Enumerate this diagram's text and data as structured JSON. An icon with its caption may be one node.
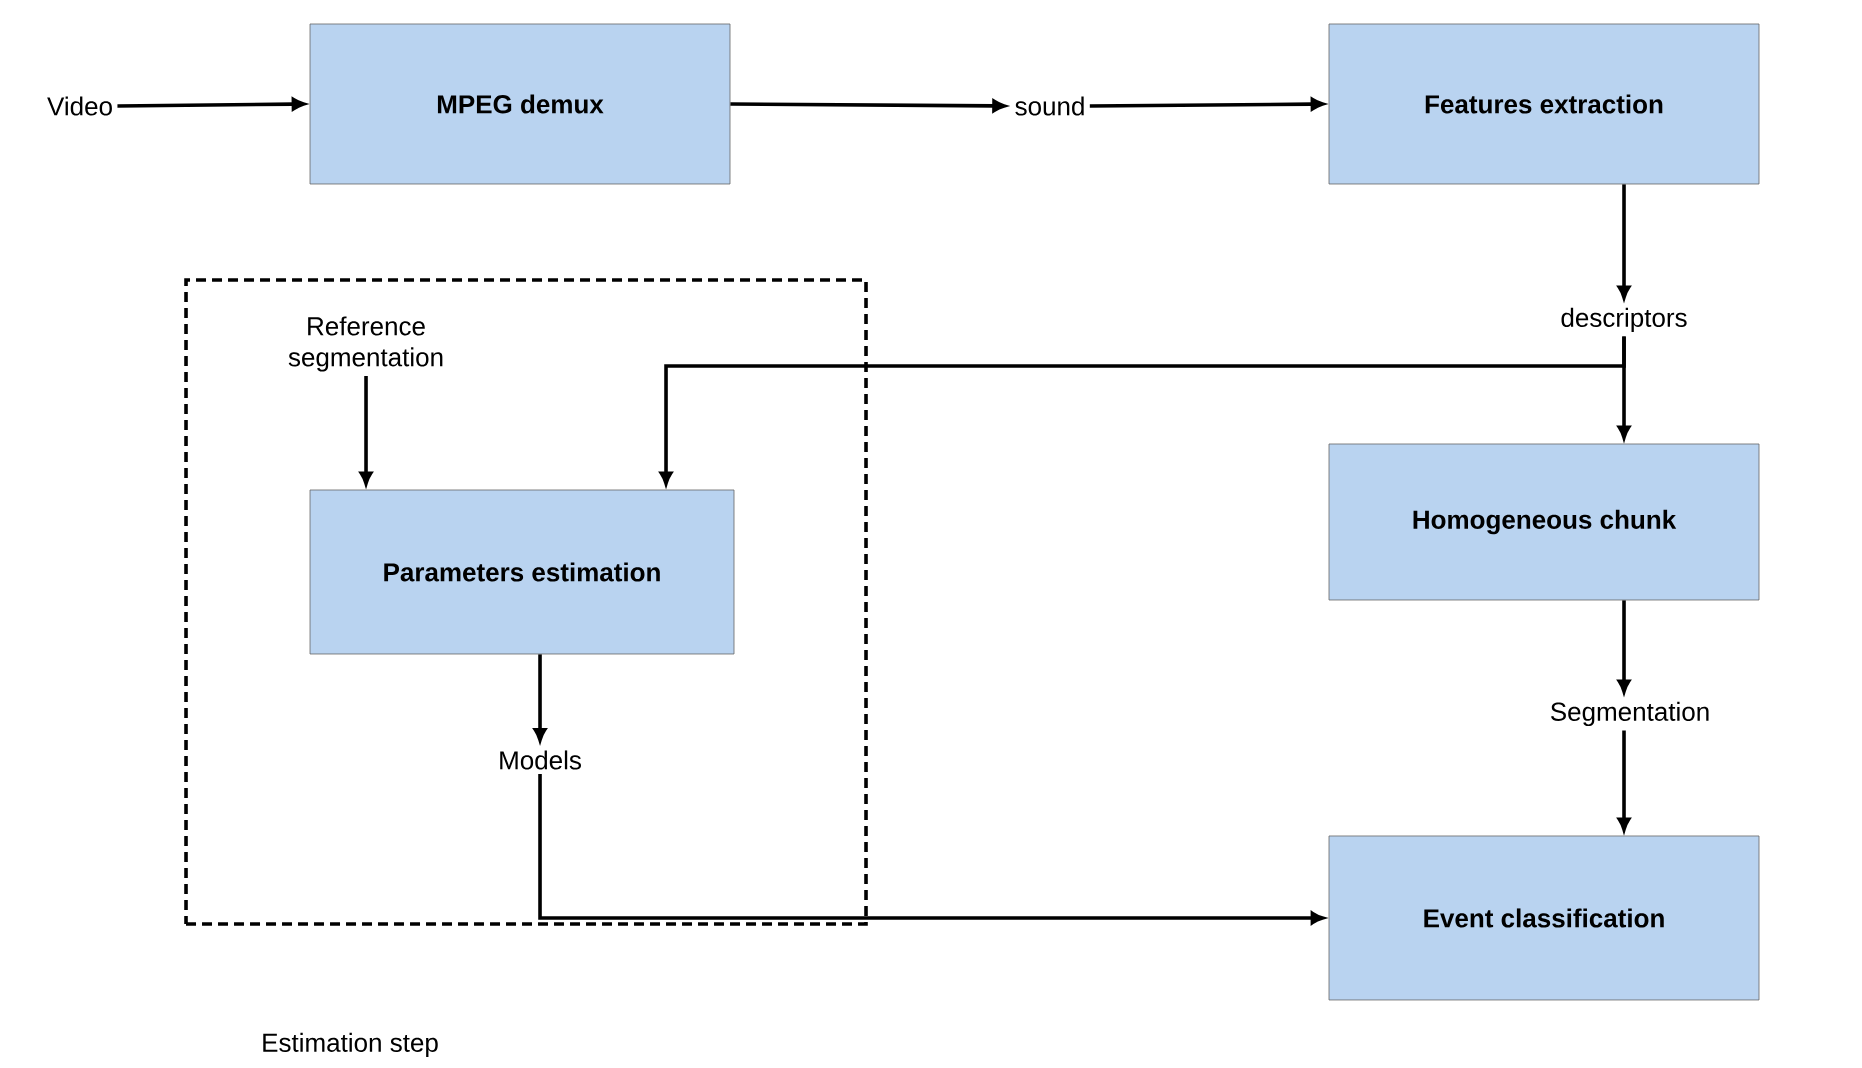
{
  "diagram": {
    "nodes": [
      {
        "text": [
          "Video"
        ]
      },
      {
        "text": [
          "MPEG demux"
        ]
      },
      {
        "text": [
          "sound"
        ]
      },
      {
        "text": [
          "Features extraction"
        ]
      },
      {
        "text": [
          "descriptors"
        ]
      },
      {
        "text": [
          "Estimation step"
        ]
      },
      {
        "text": [
          "Reference segmentation"
        ],
        "in": 5
      },
      {
        "text": [
          "Parameters estimation"
        ],
        "in": 5
      },
      {
        "text": [
          "Models"
        ],
        "in": 5
      },
      {
        "text": [
          "Homogeneous chunk"
        ]
      },
      {
        "text": [
          "Segmentation"
        ]
      },
      {
        "text": [
          "Event classification"
        ]
      }
    ],
    "edges": [
      {
        "from": 0,
        "to": 1,
        "arrow": "to"
      },
      {
        "from": 1,
        "to": 2,
        "arrow": "to"
      },
      {
        "from": 2,
        "to": 3,
        "arrow": "to"
      },
      {
        "from": 3,
        "to": 4,
        "arrow": "to"
      },
      {
        "from": 4,
        "to": 9,
        "arrow": "to"
      },
      {
        "from": 4,
        "to": 7,
        "arrow": "to"
      },
      {
        "from": 6,
        "to": 7,
        "arrow": "to"
      },
      {
        "from": 7,
        "to": 8,
        "arrow": "to"
      },
      {
        "from": 9,
        "to": 10,
        "arrow": "to"
      },
      {
        "from": 10,
        "to": 11,
        "arrow": "to"
      },
      {
        "from": 8,
        "to": 11,
        "arrow": "to"
      }
    ]
  }
}
